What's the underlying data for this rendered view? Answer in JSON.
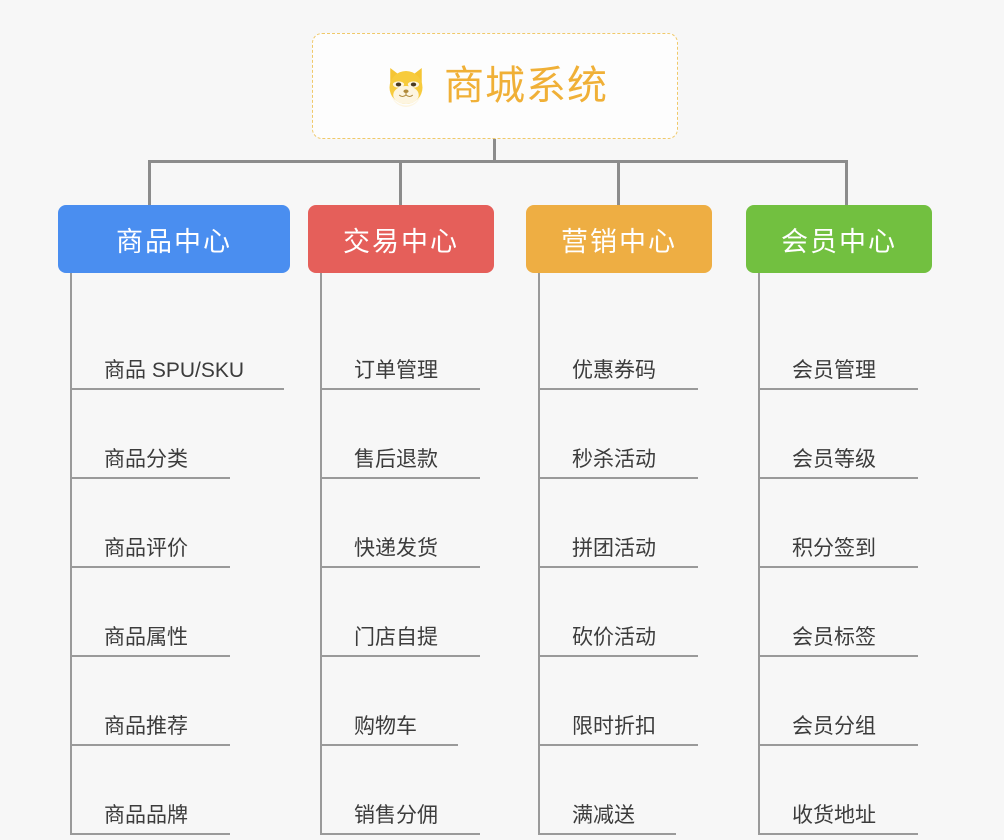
{
  "page": {
    "background_color": "#f7f7f7",
    "line_color": "#8c8c8c"
  },
  "root": {
    "title": "商城系统",
    "icon": "shiba-dog-icon",
    "text_color": "#f0b037",
    "border_color": "#f0c96a"
  },
  "columns": [
    {
      "title": "商品中心",
      "color": "#4a8ef0",
      "items": [
        "商品 SPU/SKU",
        "商品分类",
        "商品评价",
        "商品属性",
        "商品推荐",
        "商品品牌"
      ]
    },
    {
      "title": "交易中心",
      "color": "#e55f5a",
      "items": [
        "订单管理",
        "售后退款",
        "快递发货",
        "门店自提",
        "购物车",
        "销售分佣"
      ]
    },
    {
      "title": "营销中心",
      "color": "#eeae43",
      "items": [
        "优惠券码",
        "秒杀活动",
        "拼团活动",
        "砍价活动",
        "限时折扣",
        "满减送"
      ]
    },
    {
      "title": "会员中心",
      "color": "#72c040",
      "items": [
        "会员管理",
        "会员等级",
        "积分签到",
        "会员标签",
        "会员分组",
        "收货地址"
      ]
    }
  ]
}
